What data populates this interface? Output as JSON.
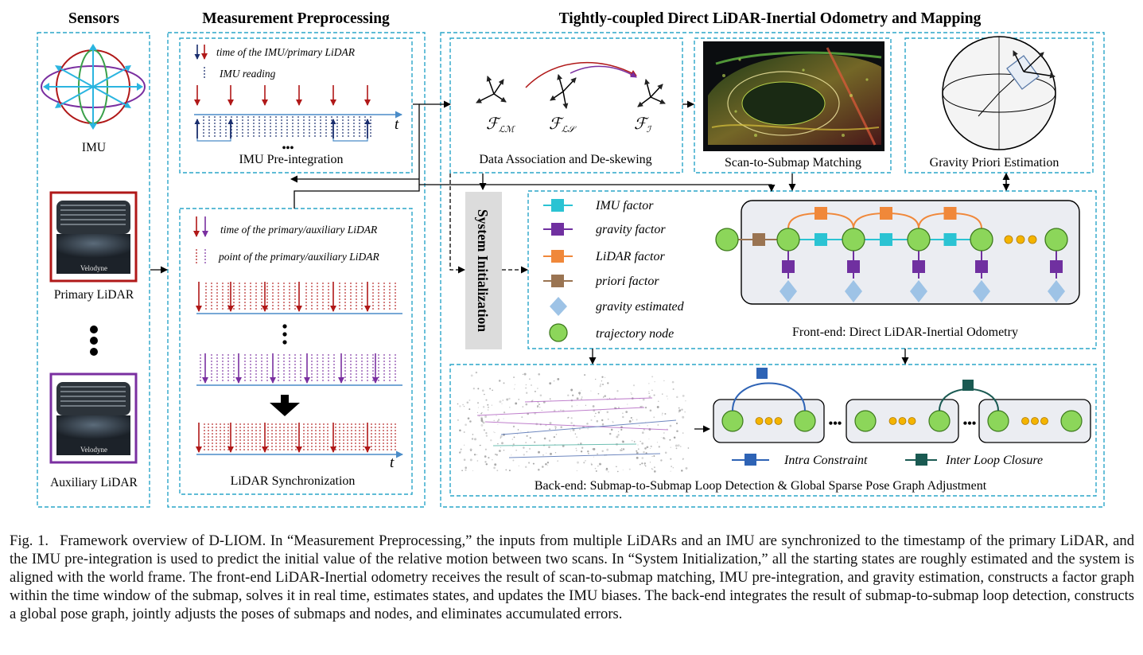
{
  "headings": {
    "sensors": "Sensors",
    "preprocessing": "Measurement Preprocessing",
    "odometry": "Tightly-coupled Direct LiDAR-Inertial Odometry and Mapping"
  },
  "sensors": {
    "imu": "IMU",
    "primary": "Primary LiDAR",
    "auxiliary": "Auxiliary LiDAR",
    "brand_logo": "Velodyne"
  },
  "imu_panel": {
    "legend_time": "time of  the IMU/primary LiDAR",
    "legend_reading": "IMU reading",
    "axis_t": "t",
    "ellipsis": "•••",
    "title": "IMU Pre-integration"
  },
  "lidar_panel": {
    "legend_time": "time of  the primary/auxiliary LiDAR",
    "legend_point": "point of  the primary/auxiliary LiDAR",
    "axis_t": "t",
    "title": "LiDAR Synchronization"
  },
  "data_assoc": {
    "frame_m": "ℱ",
    "frame_m_sub": "ℒℳ",
    "frame_s": "ℱ",
    "frame_s_sub": "ℒ𝒮",
    "frame_i": "ℱ",
    "frame_i_sub": "ℐ",
    "title": "Data Association and De-skewing"
  },
  "scan_matching": {
    "title": "Scan-to-Submap Matching"
  },
  "gravity": {
    "title": "Gravity Priori Estimation"
  },
  "system_init": {
    "label": "System Initialization"
  },
  "frontend": {
    "legend": {
      "imu": "IMU factor",
      "gravity": "gravity factor",
      "lidar": "LiDAR factor",
      "priori": "priori factor",
      "gravity_est": "gravity estimated",
      "node": "trajectory node"
    },
    "title": "Front-end: Direct LiDAR-Inertial Odometry"
  },
  "backend": {
    "legend_intra": "Intra Constraint",
    "legend_inter": "Inter Loop Closure",
    "dots": "•••",
    "title": "Back-end:  Submap-to-Submap Loop Detection & Global Sparse Pose Graph Adjustment"
  },
  "caption": {
    "label": "Fig. 1.",
    "text": "Framework overview of D-LIOM. In “Measurement Preprocessing,” the inputs from multiple LiDARs and an IMU are synchronized to the timestamp of the primary LiDAR, and the IMU pre-integration is used to predict the initial value of the relative motion between two scans. In “System Initialization,” all the starting states are roughly estimated and the system is aligned with the world frame. The front-end LiDAR-Inertial odometry receives the result of scan-to-submap matching, IMU pre-integration, and gravity estimation, constructs a factor graph within the time window of the submap, solves it in real time, estimates states, and updates the IMU biases. The back-end integrates the result of submap-to-submap loop detection, constructs a global pose graph, jointly adjusts the poses of submaps and nodes, and eliminates accumulated errors."
  },
  "colors": {
    "dashed_border": "#2aa6c9",
    "primary_red": "#b01818",
    "auxiliary_purple": "#7a2fa0",
    "imu_navy": "#1a2e6e",
    "timeline_blue": "#4a8cc8",
    "imu_factor": "#2bc3d3",
    "gravity_factor": "#7030a0",
    "lidar_factor": "#f0883a",
    "priori_factor": "#9a7452",
    "gravity_est": "#9ec3e6",
    "node_green": "#8cd65a",
    "dot_orange": "#f4b400",
    "intra": "#2e63b5",
    "inter": "#1a5a52"
  },
  "icons": [
    "imu-gimbal-icon",
    "lidar-sensor-icon",
    "coordinate-frame-icon",
    "gravity-sphere-icon",
    "point-cloud-map-icon"
  ]
}
